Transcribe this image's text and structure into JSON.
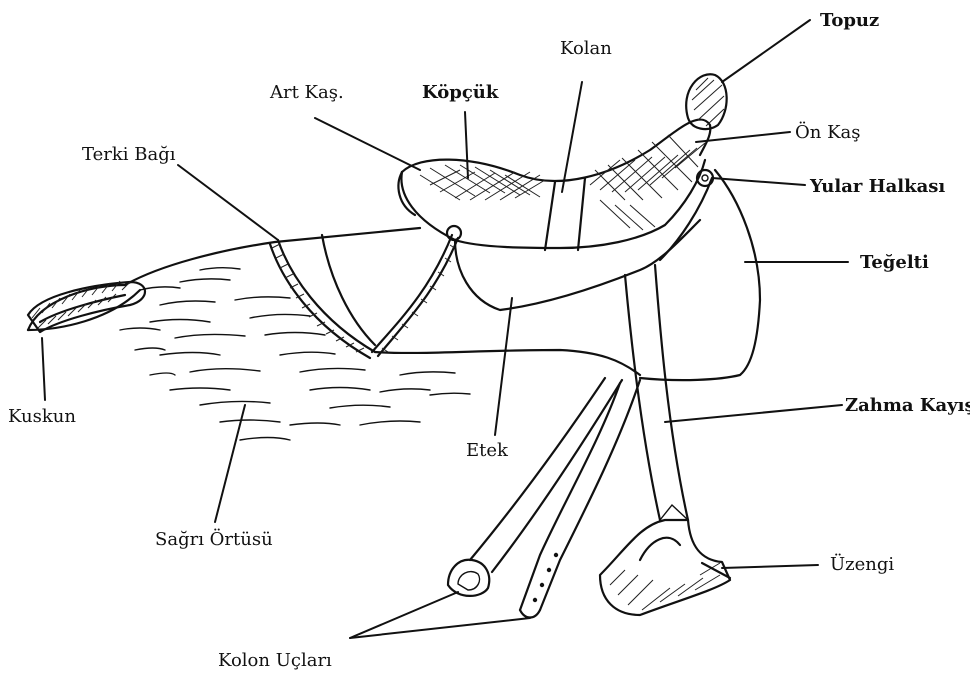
{
  "labels": {
    "topuz": "Topuz",
    "kolan": "Kolan",
    "art_kas": "Art Kaş.",
    "kopcuk": "Köpçük",
    "terki_bagi": "Terki Bağı",
    "on_kas": "Ön Kaş",
    "yular_halkasi": "Yular Halkası",
    "tegelti": "Teğelti",
    "zahma_kayisi": "Zahma Kayışı",
    "kuskun": "Kuskun",
    "etek": "Etek",
    "sagri_ortusu": "Sağrı Örtüsü",
    "uzengi": "Üzengi",
    "kolon_uclari": "Kolon Uçları"
  }
}
